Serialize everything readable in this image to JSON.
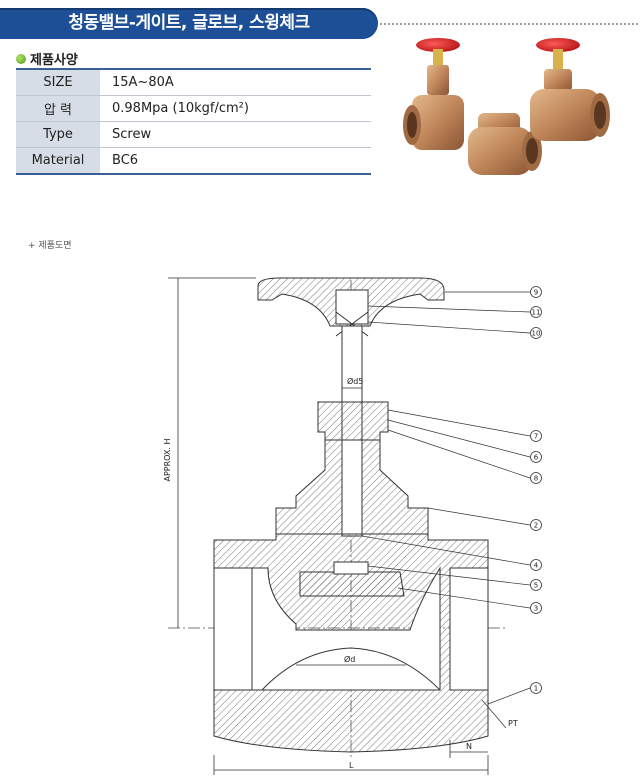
{
  "header": {
    "title": "청동밸브-게이트, 글로브, 스윙체크"
  },
  "spec": {
    "heading": "제품사양",
    "rows": [
      {
        "key": "SIZE",
        "value": "15A~80A"
      },
      {
        "key": "압 력",
        "value": "0.98Mpa (10kgf/cm²)"
      },
      {
        "key": "Type",
        "value": "Screw"
      },
      {
        "key": "Material",
        "value": "BC6"
      }
    ]
  },
  "drawing": {
    "label": "+ 제품도면",
    "callouts": [
      "9",
      "11",
      "10",
      "7",
      "6",
      "8",
      "2",
      "4",
      "5",
      "3",
      "1"
    ],
    "dims": {
      "stem_dia": "Ød5",
      "port_dia": "Ød",
      "height": "APPROX. H",
      "length": "L",
      "n": "N",
      "pt": "PT"
    }
  }
}
